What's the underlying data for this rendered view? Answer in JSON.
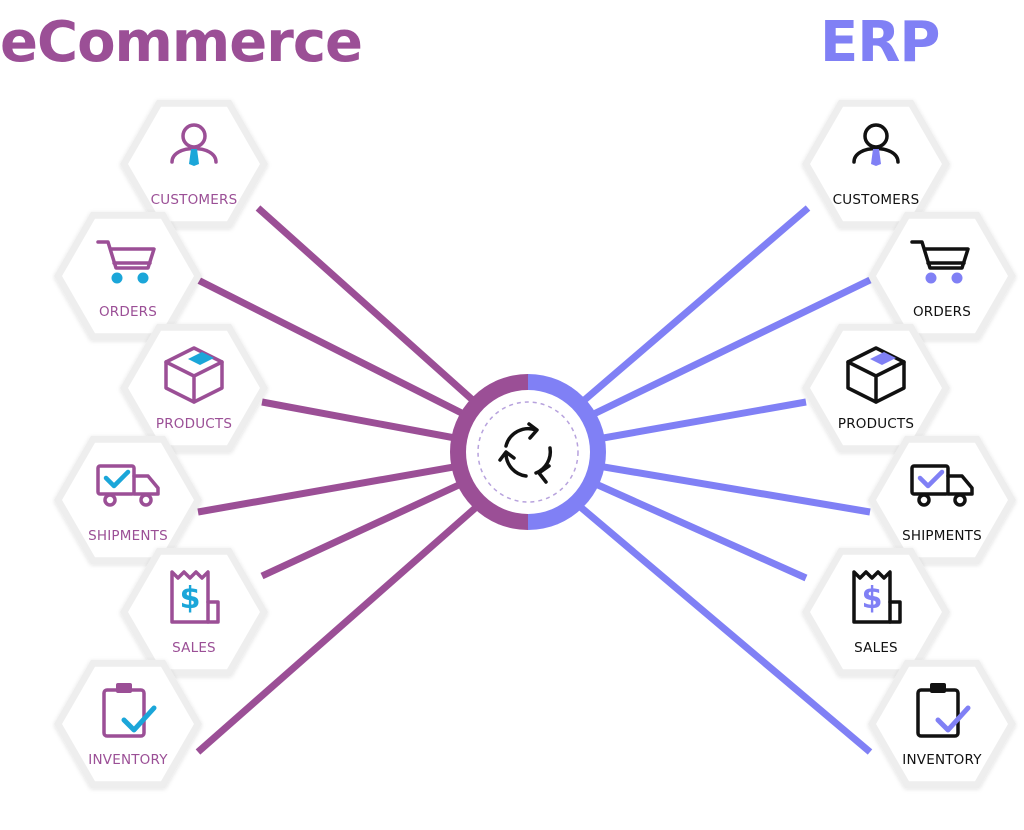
{
  "left_title": "eCommerce",
  "right_title": "ERP",
  "colors": {
    "left_accent": "#9b4f96",
    "right_accent": "#8080f5",
    "icon_accent_left": "#1ba6d9",
    "icon_accent_right": "#8080f5",
    "icon_dark": "#111111"
  },
  "left_items": [
    {
      "label": "CUSTOMERS",
      "icon": "customer-icon"
    },
    {
      "label": "ORDERS",
      "icon": "cart-icon"
    },
    {
      "label": "PRODUCTS",
      "icon": "box-icon"
    },
    {
      "label": "SHIPMENTS",
      "icon": "truck-icon"
    },
    {
      "label": "SALES",
      "icon": "receipt-dollar-icon"
    },
    {
      "label": "INVENTORY",
      "icon": "clipboard-check-icon"
    }
  ],
  "right_items": [
    {
      "label": "CUSTOMERS",
      "icon": "customer-icon"
    },
    {
      "label": "ORDERS",
      "icon": "cart-icon"
    },
    {
      "label": "PRODUCTS",
      "icon": "box-icon"
    },
    {
      "label": "SHIPMENTS",
      "icon": "truck-icon"
    },
    {
      "label": "SALES",
      "icon": "receipt-dollar-icon"
    },
    {
      "label": "INVENTORY",
      "icon": "clipboard-check-icon"
    }
  ],
  "hub": {
    "icon": "sync-arrows-icon"
  }
}
